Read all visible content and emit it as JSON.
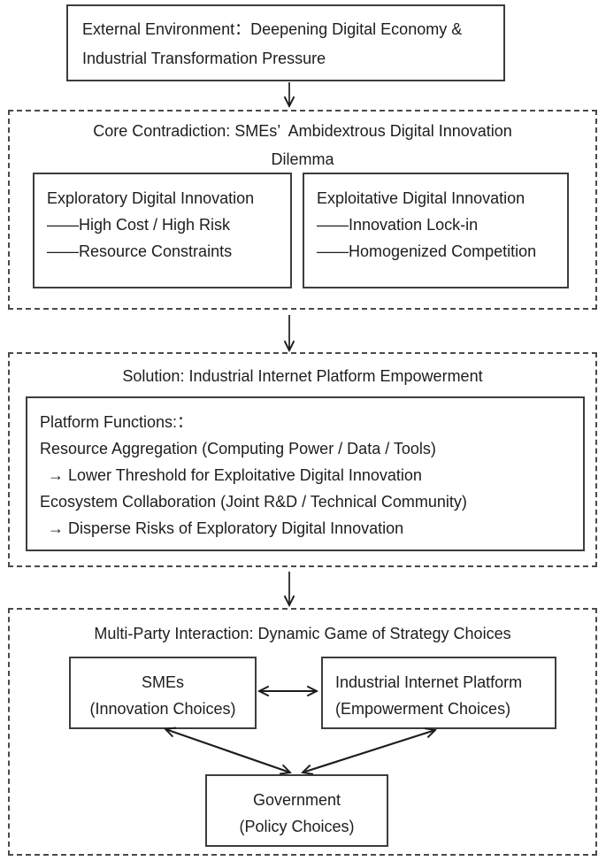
{
  "colors": {
    "ink": "#1d1d1f",
    "solid_border": "#3d3d3d",
    "dashed_border": "#4a4a4a",
    "arrow": "#1c1c1c",
    "background": "#ffffff"
  },
  "external_box": {
    "lines": [
      "External Environment：Deepening Digital Economy &",
      "Industrial Transformation Pressure"
    ]
  },
  "contradiction_box": {
    "title_lines": [
      "Core Contradiction: SMEs’  Ambidextrous Digital Innovation",
      "Dilemma"
    ],
    "exploratory": {
      "title": "Exploratory Digital Innovation",
      "bullets": [
        "——High Cost / High Risk",
        "——Resource Constraints"
      ]
    },
    "exploitative": {
      "title": "Exploitative Digital Innovation",
      "bullets": [
        "——Innovation Lock-in",
        "——Homogenized Competition"
      ]
    }
  },
  "solution_box": {
    "title": "Solution: Industrial Internet Platform Empowerment",
    "heading": "Platform Functions:：",
    "lines": [
      "Resource Aggregation (Computing Power / Data / Tools)",
      "→  Lower Threshold for Exploitative Digital Innovation",
      "Ecosystem Collaboration (Joint R&D / Technical Community)",
      "→  Disperse Risks of Exploratory Digital Innovation"
    ]
  },
  "interaction_box": {
    "title": "Multi-Party Interaction: Dynamic Game of Strategy Choices",
    "smes_lines": [
      "SMEs",
      "(Innovation Choices)"
    ],
    "platform_lines": [
      "Industrial Internet Platform",
      "(Empowerment Choices)"
    ],
    "government_lines": [
      "Government",
      "(Policy Choices)"
    ]
  },
  "arrows": {
    "env_to_contradiction": "down-arrow",
    "contradiction_to_solution": "down-arrow",
    "solution_to_interaction": "down-arrow",
    "smes_platform": "double-headed-arrow",
    "smes_government": "double-headed-arrow",
    "platform_government": "double-headed-arrow"
  }
}
